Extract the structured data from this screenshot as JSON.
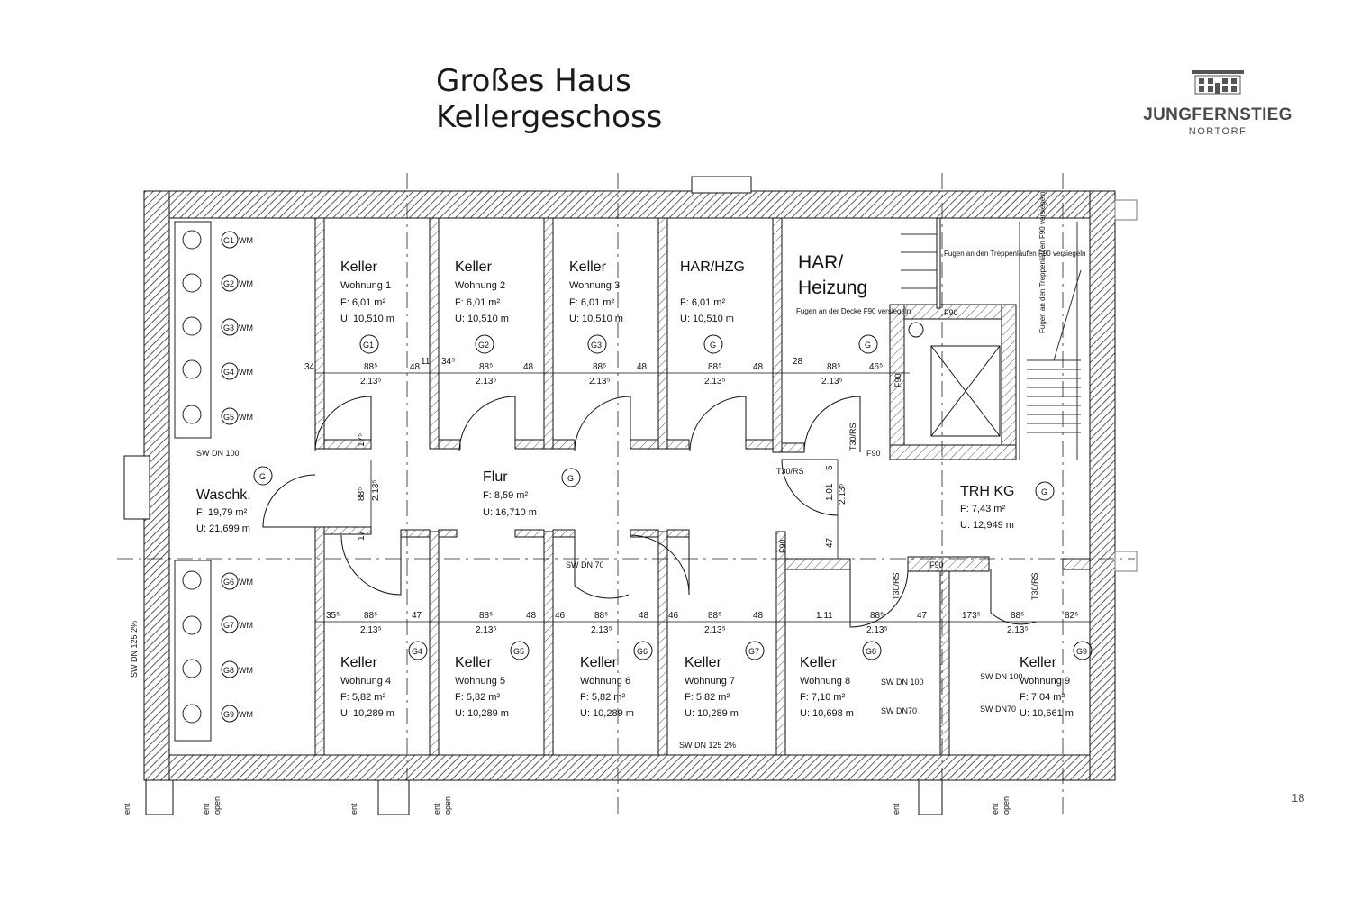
{
  "title": {
    "line1": "Großes Haus",
    "line2": "Kellergeschoss"
  },
  "logo": {
    "name": "JUNGFERNSTIEG",
    "city": "NORTORF",
    "icon": "building-logo-icon"
  },
  "page_number": "18",
  "colors": {
    "wall_hatch": "#333333",
    "line": "#111111",
    "text": "#1a1a1a",
    "logo": "#4a4a4a"
  },
  "rooms": [
    {
      "name": "Keller",
      "sub": "Wohnung 1",
      "f": "F:     6,01 m²",
      "u": "U:  10,510 m",
      "g": "G1"
    },
    {
      "name": "Keller",
      "sub": "Wohnung 2",
      "f": "F:     6,01 m²",
      "u": "U:  10,510 m",
      "g": "G2"
    },
    {
      "name": "Keller",
      "sub": "Wohnung 3",
      "f": "F:     6,01 m²",
      "u": "U:  10,510 m",
      "g": "G3"
    },
    {
      "name": "HAR/HZG",
      "sub": "",
      "f": "F:     6,01 m²",
      "u": "U:  10,510 m",
      "g": "G"
    },
    {
      "name": "HAR/",
      "sub": "Heizung",
      "f": "",
      "u": "",
      "g": "G"
    },
    {
      "name": "Flur",
      "sub": "",
      "f": "F:     8,59 m²",
      "u": "U:  16,710 m",
      "g": "G"
    },
    {
      "name": "Waschk.",
      "sub": "",
      "f": "F:   19,79 m²",
      "u": "U:  21,699 m",
      "g": "G"
    },
    {
      "name": "TRH KG",
      "sub": "",
      "f": "F:     7,43 m²",
      "u": "U:  12,949 m",
      "g": "G"
    },
    {
      "name": "Keller",
      "sub": "Wohnung 4",
      "f": "F:     5,82 m²",
      "u": "U:  10,289 m",
      "g": "G4"
    },
    {
      "name": "Keller",
      "sub": "Wohnung 5",
      "f": "F:     5,82 m²",
      "u": "U:  10,289 m",
      "g": "G5"
    },
    {
      "name": "Keller",
      "sub": "Wohnung 6",
      "f": "F:     5,82 m²",
      "u": "U:  10,289 m",
      "g": "G6"
    },
    {
      "name": "Keller",
      "sub": "Wohnung 7",
      "f": "F:     5,82 m²",
      "u": "U:  10,289 m",
      "g": "G7"
    },
    {
      "name": "Keller",
      "sub": "Wohnung 8",
      "f": "F:     7,10 m²",
      "u": "U:  10,698 m",
      "g": "G8"
    },
    {
      "name": "Keller",
      "sub": "Wohnung 9",
      "f": "F:     7,04 m²",
      "u": "U:  10,661 m",
      "g": "G9"
    }
  ],
  "washers": [
    {
      "g": "G1",
      "wm": "WM"
    },
    {
      "g": "G2",
      "wm": "WM"
    },
    {
      "g": "G3",
      "wm": "WM"
    },
    {
      "g": "G4",
      "wm": "WM"
    },
    {
      "g": "G5",
      "wm": "WM"
    },
    {
      "g": "G6",
      "wm": "WM"
    },
    {
      "g": "G7",
      "wm": "WM"
    },
    {
      "g": "G8",
      "wm": "WM"
    },
    {
      "g": "G9",
      "wm": "WM"
    }
  ],
  "annotations": {
    "fugen_treppe": "Fugen an den Treppenläufen F90 versiegeln",
    "fugen_decke": "Fugen an der Decke F90 versiegeln",
    "fugen_treppe_vertical": "Fugen an den Treppenläufen F90 versiegeln",
    "f90": "F90",
    "t30rs": "T30/RS",
    "sw_dn100": "SW DN 100",
    "sw_dn70": "SW DN 70",
    "sw_dn70_short": "SW DN70",
    "sw_dn125": "SW DN 125 2%",
    "sw_dn125_side": "SW DN 125 2%"
  },
  "dimensions": {
    "upper_row": [
      "88⁵",
      "2.13⁵",
      "48",
      "34⁵",
      "11"
    ],
    "lower_row": [
      "35⁵",
      "88⁵",
      "2.13⁵",
      "47",
      "48",
      "46",
      "1.11",
      "82⁵",
      "173⁵"
    ],
    "vertical": [
      "17⁵",
      "88⁵",
      "2.13⁵",
      "17",
      "1.01",
      "5",
      "47"
    ],
    "misc": [
      "28",
      "46⁵",
      "34"
    ]
  },
  "bottom_labels": [
    "ent",
    "ent",
    "open",
    "ent",
    "ent",
    "open",
    "ent",
    "ent",
    "open"
  ]
}
